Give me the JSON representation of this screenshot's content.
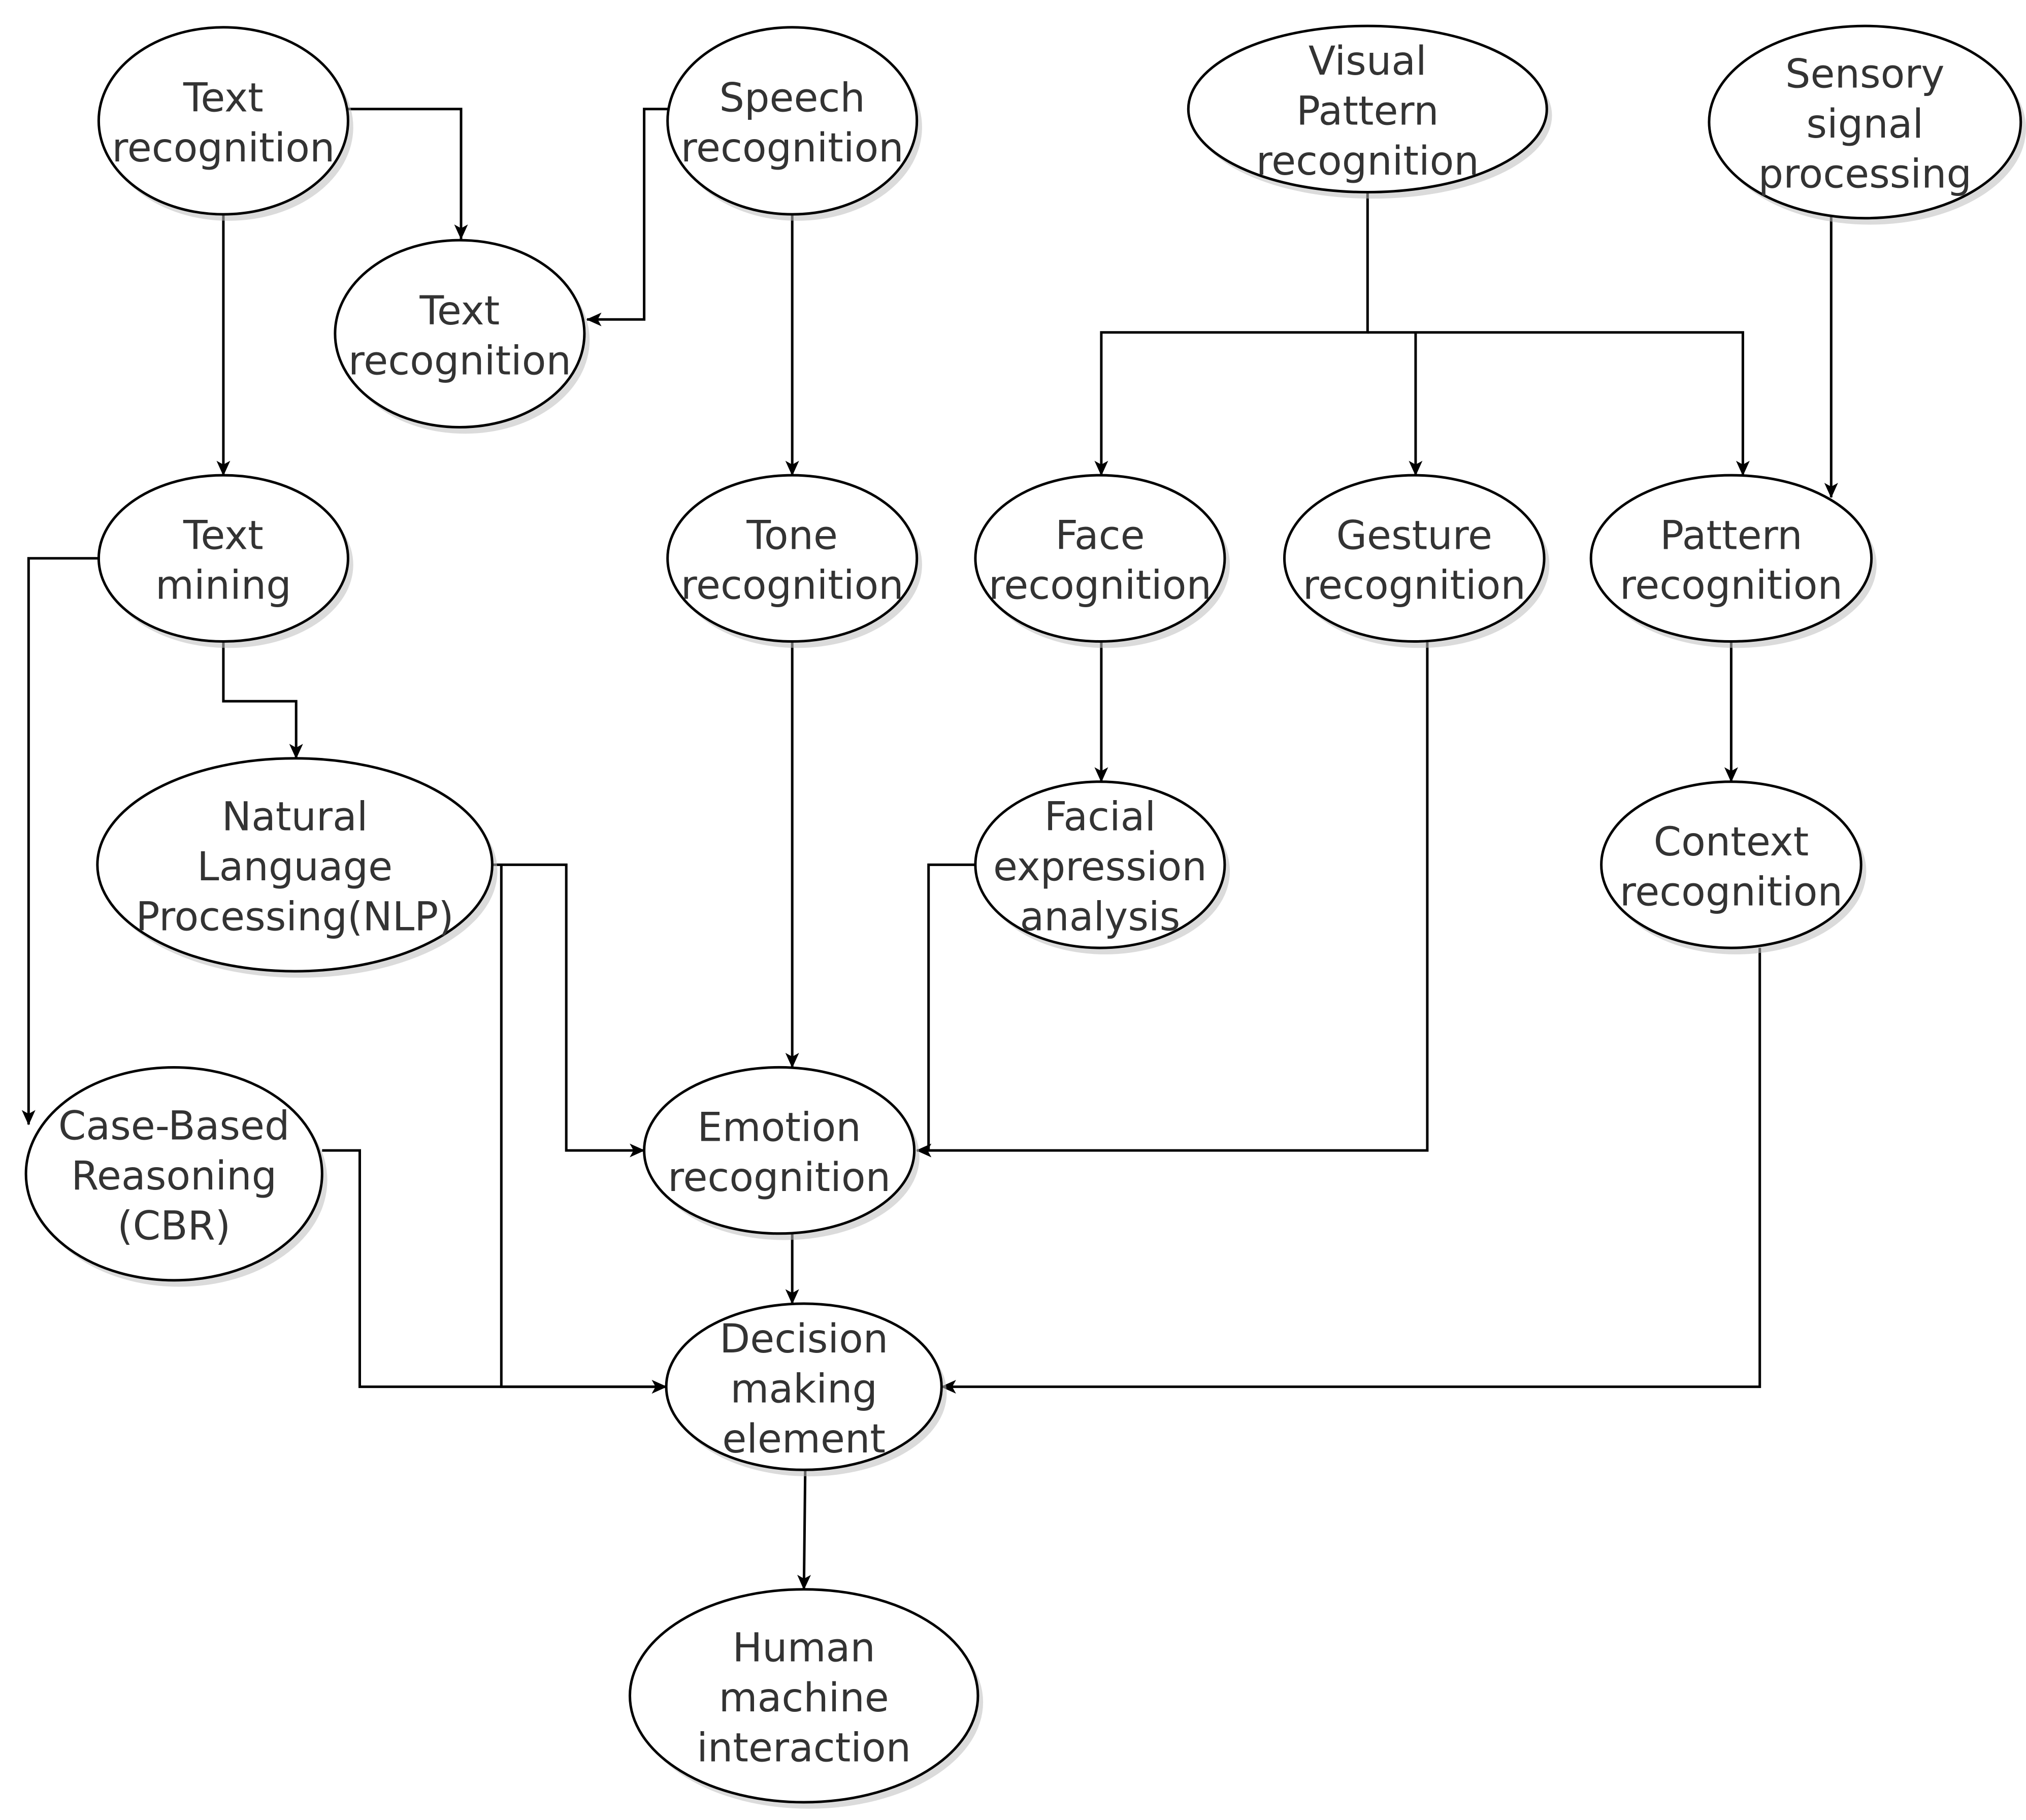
{
  "diagram": {
    "nodes": [
      {
        "id": "text_recognition_1",
        "lines": [
          "Text",
          "recognition"
        ]
      },
      {
        "id": "speech_recognition",
        "lines": [
          "Speech",
          "recognition"
        ]
      },
      {
        "id": "text_recognition_2",
        "lines": [
          "Text",
          "recognition"
        ]
      },
      {
        "id": "visual_pattern_recognition",
        "lines": [
          "Visual",
          "Pattern",
          "recognition"
        ]
      },
      {
        "id": "sensory_signal_processing",
        "lines": [
          "Sensory",
          "signal",
          "processing"
        ]
      },
      {
        "id": "text_mining",
        "lines": [
          "Text",
          "mining"
        ]
      },
      {
        "id": "tone_recognition",
        "lines": [
          "Tone",
          "recognition"
        ]
      },
      {
        "id": "face_recognition",
        "lines": [
          "Face",
          "recognition"
        ]
      },
      {
        "id": "gesture_recognition",
        "lines": [
          "Gesture",
          "recognition"
        ]
      },
      {
        "id": "pattern_recognition",
        "lines": [
          "Pattern",
          "recognition"
        ]
      },
      {
        "id": "nlp",
        "lines": [
          "Natural",
          "Language",
          "Processing(NLP)"
        ]
      },
      {
        "id": "facial_expression_analysis",
        "lines": [
          "Facial",
          "expression",
          "analysis"
        ]
      },
      {
        "id": "context_recognition",
        "lines": [
          "Context",
          "recognition"
        ]
      },
      {
        "id": "cbr",
        "lines": [
          "Case-Based",
          "Reasoning",
          "(CBR)"
        ]
      },
      {
        "id": "emotion_recognition",
        "lines": [
          "Emotion",
          "recognition"
        ]
      },
      {
        "id": "decision_making_element",
        "lines": [
          "Decision",
          "making",
          "element"
        ]
      },
      {
        "id": "human_machine_interaction",
        "lines": [
          "Human",
          "machine",
          "interaction"
        ]
      }
    ],
    "edges": [
      {
        "from": "text_recognition_1",
        "to": "text_recognition_2"
      },
      {
        "from": "speech_recognition",
        "to": "text_recognition_2"
      },
      {
        "from": "text_recognition_1",
        "to": "text_mining"
      },
      {
        "from": "speech_recognition",
        "to": "tone_recognition"
      },
      {
        "from": "visual_pattern_recognition",
        "to": "face_recognition"
      },
      {
        "from": "visual_pattern_recognition",
        "to": "gesture_recognition"
      },
      {
        "from": "visual_pattern_recognition",
        "to": "pattern_recognition"
      },
      {
        "from": "sensory_signal_processing",
        "to": "pattern_recognition"
      },
      {
        "from": "text_mining",
        "to": "nlp"
      },
      {
        "from": "text_mining",
        "to": "cbr"
      },
      {
        "from": "face_recognition",
        "to": "facial_expression_analysis"
      },
      {
        "from": "pattern_recognition",
        "to": "context_recognition"
      },
      {
        "from": "tone_recognition",
        "to": "emotion_recognition"
      },
      {
        "from": "nlp",
        "to": "emotion_recognition"
      },
      {
        "from": "facial_expression_analysis",
        "to": "emotion_recognition"
      },
      {
        "from": "gesture_recognition",
        "to": "emotion_recognition"
      },
      {
        "from": "emotion_recognition",
        "to": "decision_making_element"
      },
      {
        "from": "cbr",
        "to": "decision_making_element"
      },
      {
        "from": "nlp",
        "to": "decision_making_element"
      },
      {
        "from": "context_recognition",
        "to": "decision_making_element"
      },
      {
        "from": "decision_making_element",
        "to": "human_machine_interaction"
      }
    ]
  }
}
